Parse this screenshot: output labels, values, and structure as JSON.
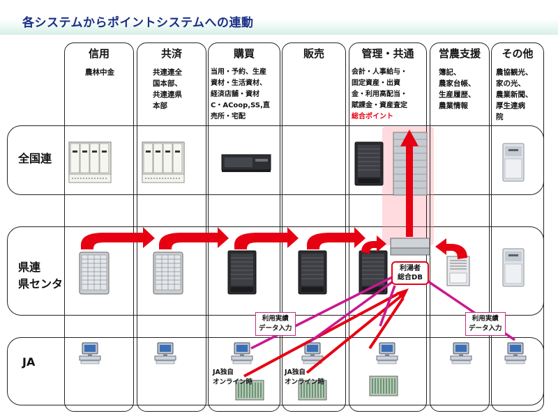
{
  "title": "各システムからポイントシステムへの連動",
  "columns": [
    {
      "header": "信用",
      "desc": [
        "農林中金"
      ]
    },
    {
      "header": "共済",
      "desc": [
        "共連連全",
        "国本部、",
        "共連連県",
        "本部"
      ]
    },
    {
      "header": "購買",
      "desc": [
        "当用・予約、生産",
        "資材・生活資材、",
        "経済店舗・資材",
        "C・ACoop,SS,直",
        "売所・宅配"
      ]
    },
    {
      "header": "販売",
      "desc": []
    },
    {
      "header": "管理・共通",
      "desc": [
        "会計・人事給与・",
        "固定資産・出資",
        "金・利用高配当・",
        "賦課金・資産査定"
      ],
      "highlight": "総合ポイント"
    },
    {
      "header": "営農支援",
      "desc": [
        "簿記、",
        "農家台帳、",
        "生産履歴、",
        "農業情報"
      ]
    },
    {
      "header": "その他",
      "desc": [
        "農協観光、",
        "家の光、",
        "農業新聞、",
        "厚生連病",
        "院"
      ]
    }
  ],
  "rows": [
    {
      "label": [
        "全国連"
      ]
    },
    {
      "label": [
        "県連",
        "県センタ"
      ]
    },
    {
      "label": [
        "JA"
      ]
    }
  ],
  "db_box": [
    "利湯者",
    "総合DB"
  ],
  "note_left": [
    "利用実績",
    "データ入力"
  ],
  "note_right": [
    "利用実績",
    "データ入力"
  ],
  "ja_note_1": [
    "JA独自",
    "オンライン時"
  ],
  "ja_note_2": [
    "JA独自",
    "オンライン時"
  ],
  "colors": {
    "title": "#1a2f86",
    "red_arrow": "#e60012",
    "magenta_arrow": "#c8198f",
    "highlight_text": "#e60012"
  },
  "icons": [
    "mainframe-rack-icon",
    "rack-server-icon",
    "tower-server-icon",
    "pc-terminal-icon",
    "blade-server-icon"
  ]
}
